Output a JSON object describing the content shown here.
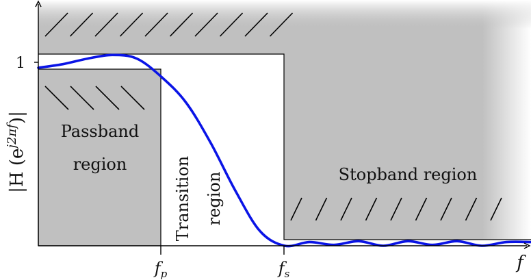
{
  "title": "",
  "colors": {
    "response_curve": "#0a14e6",
    "forbidden_region": "#c0c0c0",
    "axis": "#000000"
  },
  "axes": {
    "y_label_base": "|H (e",
    "y_label_exponent": "j2πf",
    "y_label_close": ")|",
    "x_label": "f",
    "y_tick_one": "1",
    "fp_base": "f",
    "fp_sub": "p",
    "fs_base": "f",
    "fs_sub": "s"
  },
  "regions": {
    "passband_line1": "Passband",
    "passband_line2": "region",
    "transition_line1": "Transition",
    "transition_line2": "region",
    "stopband": "Stopband region"
  },
  "spec": {
    "passband_edge": 0.25,
    "stopband_edge": 0.5,
    "passband_upper": 1.04,
    "passband_lower": 0.96,
    "stopband_limit": 0.03
  },
  "chart_data": {
    "type": "line",
    "title": "",
    "xlabel": "f",
    "ylabel": "|H(e^{j2πf})|",
    "xlim": [
      0,
      1
    ],
    "ylim": [
      0,
      1.3
    ],
    "x_ticks": [
      "f_p",
      "f_s"
    ],
    "y_ticks": [
      "1"
    ],
    "series": [
      {
        "x": [
          0,
          0.05,
          0.1,
          0.15,
          0.2,
          0.25,
          0.3,
          0.35,
          0.4,
          0.45,
          0.5,
          0.55,
          0.6,
          0.65,
          0.7,
          0.75,
          0.8,
          0.85,
          0.9,
          0.95,
          1.0
        ],
        "y": [
          0.97,
          0.99,
          1.02,
          1.04,
          1.02,
          0.92,
          0.78,
          0.56,
          0.3,
          0.08,
          0.0,
          0.02,
          0.005,
          0.025,
          0.0,
          0.025,
          0.005,
          0.025,
          0.0,
          0.02,
          0.02
        ]
      }
    ]
  }
}
